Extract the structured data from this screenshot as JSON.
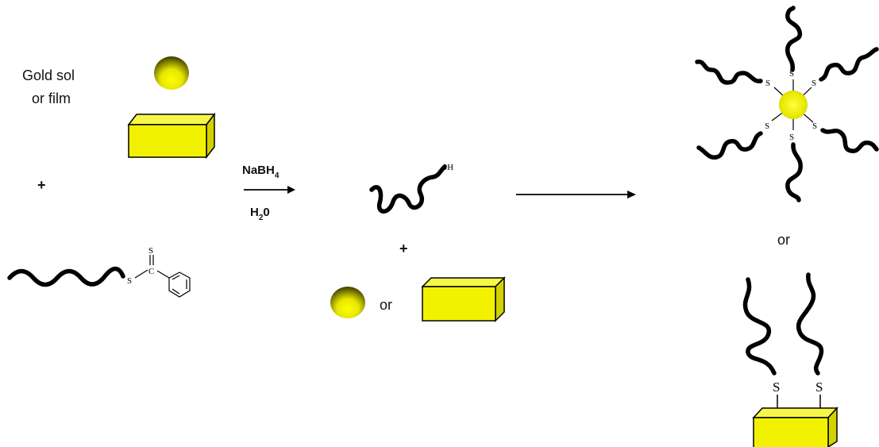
{
  "colors": {
    "gold_light": "#ffff00",
    "gold_mid": "#e6e600",
    "gold_dark": "#3a3a00",
    "box_face": "#f2f200",
    "box_top": "#f7f74a",
    "box_side": "#d2d200"
  },
  "labels": {
    "gold_line1": "Gold sol",
    "gold_line2": "or film",
    "plus": "+",
    "or": "or",
    "reagent": "NaBH",
    "reagent_sub": "4",
    "solvent_a": "H",
    "solvent_sub": "2",
    "solvent_b": "0",
    "thiol": "SH",
    "sulfur": "S",
    "carbon": "C"
  }
}
